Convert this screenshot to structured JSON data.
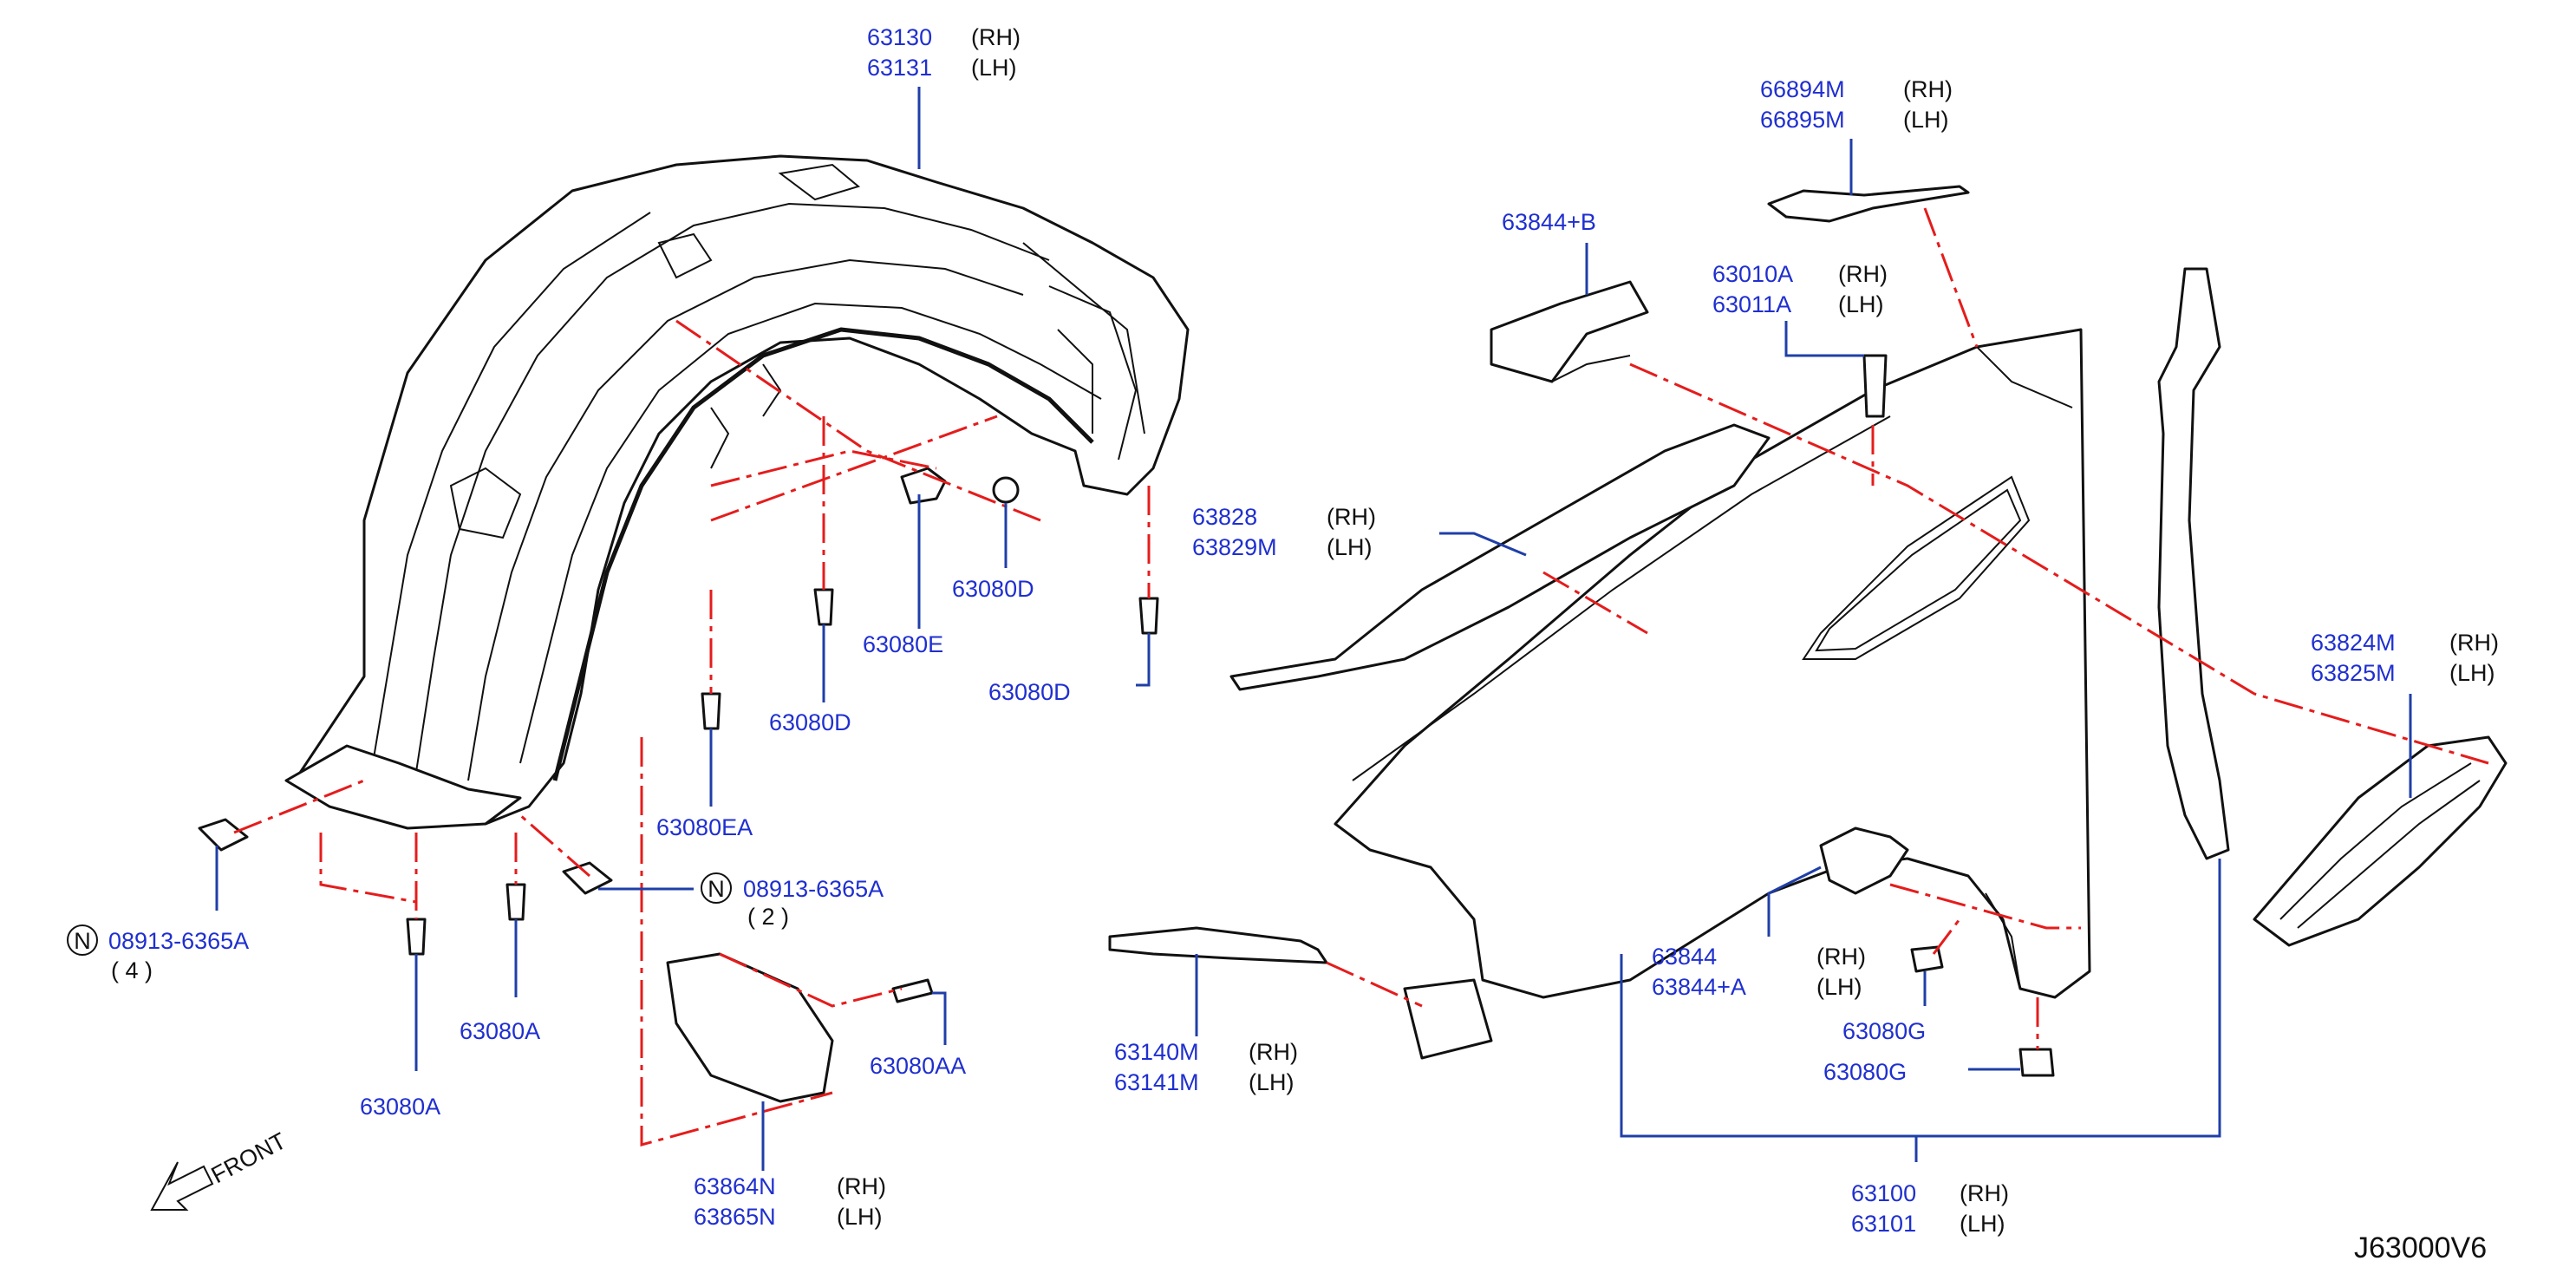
{
  "diagram_code": "J63000V6",
  "front_label": "FRONT",
  "colors": {
    "part_number": "#1f2fd0",
    "leader": "#1f3fa8",
    "dash": "#e51c1c",
    "outline": "#111111"
  },
  "callouts": {
    "c63130": {
      "rh": "63130",
      "lh": "63131",
      "rh_tag": "(RH)",
      "lh_tag": "(LH)"
    },
    "c66894": {
      "rh": "66894M",
      "lh": "66895M",
      "rh_tag": "(RH)",
      "lh_tag": "(LH)"
    },
    "c63844b": {
      "pn": "63844+B"
    },
    "c63010": {
      "rh": "63010A",
      "lh": "63011A",
      "rh_tag": "(RH)",
      "lh_tag": "(LH)"
    },
    "c63828": {
      "rh": "63828",
      "lh": "63829M",
      "rh_tag": "(RH)",
      "lh_tag": "(LH)"
    },
    "c63824": {
      "rh": "63824M",
      "lh": "63825M",
      "rh_tag": "(RH)",
      "lh_tag": "(LH)"
    },
    "c63844": {
      "rh": "63844",
      "lh": "63844+A",
      "rh_tag": "(RH)",
      "lh_tag": "(LH)"
    },
    "c63140": {
      "rh": "63140M",
      "lh": "63141M",
      "rh_tag": "(RH)",
      "lh_tag": "(LH)"
    },
    "c63100": {
      "rh": "63100",
      "lh": "63101",
      "rh_tag": "(RH)",
      "lh_tag": "(LH)"
    },
    "c63864": {
      "rh": "63864N",
      "lh": "63865N",
      "rh_tag": "(RH)",
      "lh_tag": "(LH)"
    },
    "nut_left": {
      "symbol": "N",
      "pn": "08913-6365A",
      "qty": "( 4 )"
    },
    "nut_mid": {
      "symbol": "N",
      "pn": "08913-6365A",
      "qty": "( 2 )"
    },
    "p63080E": "63080E",
    "p63080D_a": "63080D",
    "p63080D_b": "63080D",
    "p63080D_c": "63080D",
    "p63080EA": "63080EA",
    "p63080A_a": "63080A",
    "p63080A_b": "63080A",
    "p63080AA": "63080AA",
    "p63080G_a": "63080G",
    "p63080G_b": "63080G"
  }
}
